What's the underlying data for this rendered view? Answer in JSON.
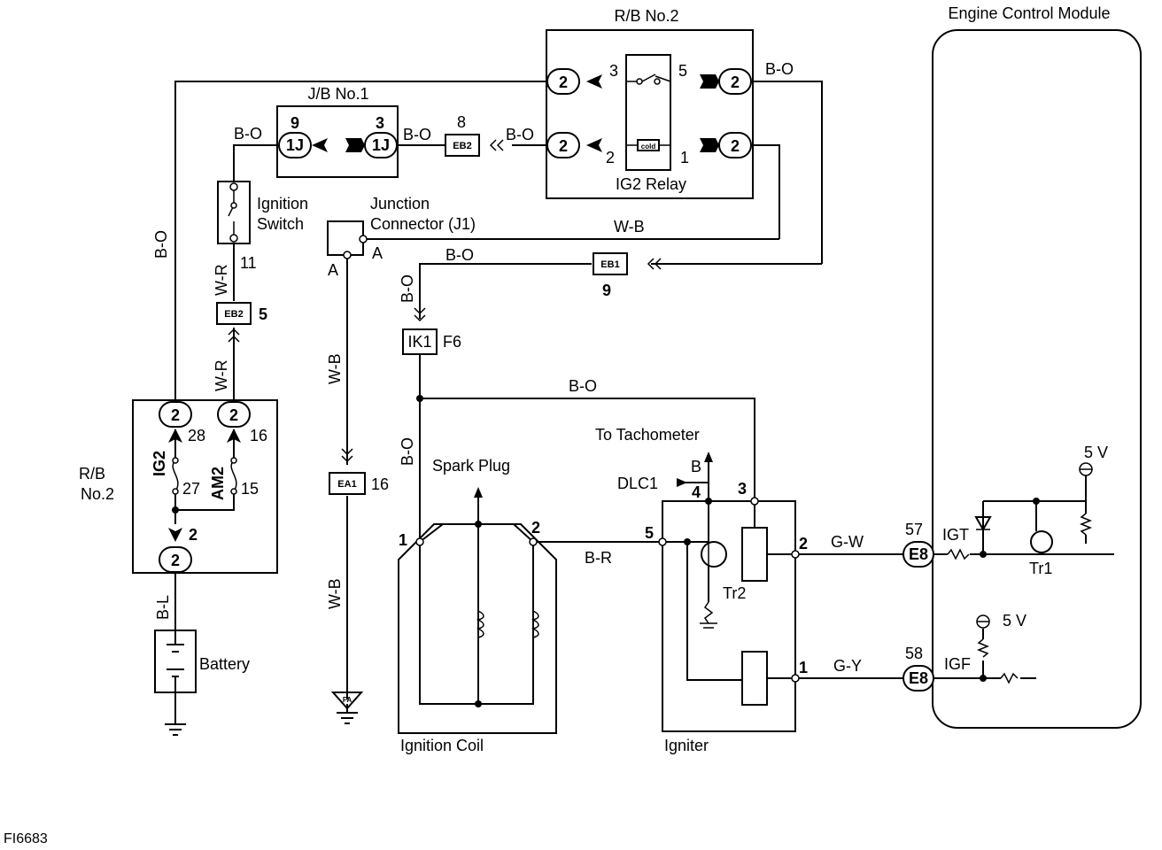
{
  "diagram": {
    "components": {
      "rb2_top": "R/B No.2",
      "jb1": "J/B No.1",
      "ig2_relay": "IG2 Relay",
      "ignition_switch_1": "Ignition",
      "ignition_switch_2": "Switch",
      "junction_connector_1": "Junction",
      "junction_connector_2": "Connector (J1)",
      "ecm": "Engine Control Module",
      "rb2_left_1": "R/B",
      "rb2_left_2": "No.2",
      "battery": "Battery",
      "spark_plug": "Spark Plug",
      "ignition_coil": "Ignition Coil",
      "igniter": "Igniter",
      "to_tachometer": "To Tachometer",
      "dlc1": "DLC1",
      "tr1": "Tr1",
      "tr2": "Tr2",
      "igt": "IGT",
      "igf": "IGF",
      "ig2_fuse": "IG2",
      "am2_fuse": "AM2",
      "v5_a": "5 V",
      "v5_b": "5 V"
    },
    "wires": {
      "bo_1": "B-O",
      "bo_2": "B-O",
      "bo_3": "B-O",
      "bo_4": "B-O",
      "bo_5": "B-O",
      "bo_6": "B-O",
      "bo_7": "B-O",
      "bo_8": "B-O",
      "bo_9": "B-O",
      "wb_1": "W-B",
      "wb_2": "W-B",
      "wb_3": "W-B",
      "wr_1": "W-R",
      "wr_2": "W-R",
      "bl": "B-L",
      "br": "B-R",
      "gw": "G-W",
      "gy": "G-Y"
    },
    "connectors": {
      "c2_a": "2",
      "c2_b": "2",
      "c2_c": "2",
      "c2_d": "2",
      "c2_e": "2",
      "c2_f": "2",
      "c2_g": "2",
      "c1j_a": "1J",
      "c1j_b": "1J",
      "eb2_a": "EB2",
      "eb2_b": "EB2",
      "eb1": "EB1",
      "ik1": "IK1",
      "ea1": "EA1",
      "e8_a": "E8",
      "e8_b": "E8",
      "fa": "FA"
    },
    "pins": {
      "relay_3": "3",
      "relay_5": "5",
      "relay_2": "2",
      "relay_1": "1",
      "jb_9": "9",
      "jb_3": "3",
      "eb2_8": "8",
      "sw_11": "11",
      "eb2_5": "5",
      "eb1_9": "9",
      "ik1_f6": "F6",
      "j1_a_left": "A",
      "j1_a_right": "A",
      "ea1_16": "16",
      "rb_28": "28",
      "rb_16": "16",
      "rb_27": "27",
      "rb_15": "15",
      "rb_2": "2",
      "coil_1": "1",
      "coil_2": "2",
      "ign_5": "5",
      "ign_4": "4",
      "ign_3": "3",
      "ign_2": "2",
      "ign_1": "1",
      "dlc_b": "B",
      "ecm_57": "57",
      "ecm_58": "58"
    },
    "figure_id": "FI6683"
  }
}
